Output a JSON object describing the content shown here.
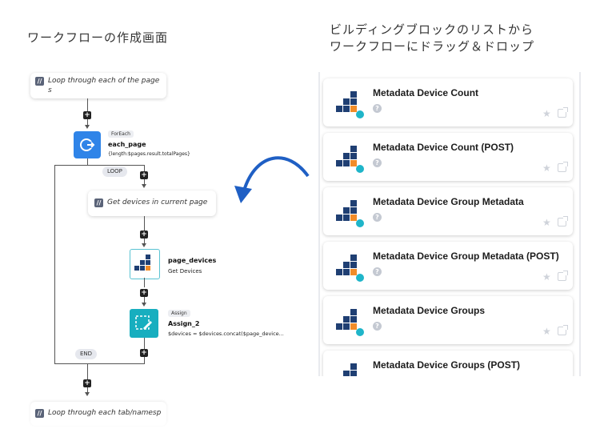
{
  "headings": {
    "left": "ワークフローの作成画面",
    "right_line1": "ビルディングブロックのリストから",
    "right_line2": "ワークフローにドラッグ＆ドロップ"
  },
  "workflow": {
    "comment_icon": "//",
    "comment1": "Loop through each of the page",
    "comment1_wrap": "s",
    "foreach_tag": "ForEach",
    "foreach_title": "each_page",
    "foreach_sub": "{length:$pages.result.totalPages}",
    "loop_label": "LOOP",
    "comment2": "Get devices in current page",
    "node1_title": "page_devices",
    "node1_sub": "Get Devices",
    "assign_tag": "Assign",
    "assign_title": "Assign_2",
    "assign_sub": "$devices = $devices.concat($page_device...",
    "end_label": "END",
    "comment3": "Loop through each tab/namesp",
    "plus": "+"
  },
  "building_blocks": {
    "items": [
      {
        "title": "Metadata Device Count"
      },
      {
        "title": "Metadata Device Count (POST)"
      },
      {
        "title": "Metadata Device Group Metadata"
      },
      {
        "title": "Metadata Device Group Metadata (POST)"
      },
      {
        "title": "Metadata Device Groups"
      },
      {
        "title": "Metadata Device Groups (POST)"
      }
    ],
    "help_glyph": "?",
    "star_glyph": "★"
  },
  "colors": {
    "foreach_blue": "#2f84e8",
    "assign_teal": "#17aebf",
    "block_navy": "#1f3f73",
    "block_orange": "#f28c28",
    "block_teal": "#1fb5c9",
    "arrow_blue": "#1f5fc4"
  }
}
